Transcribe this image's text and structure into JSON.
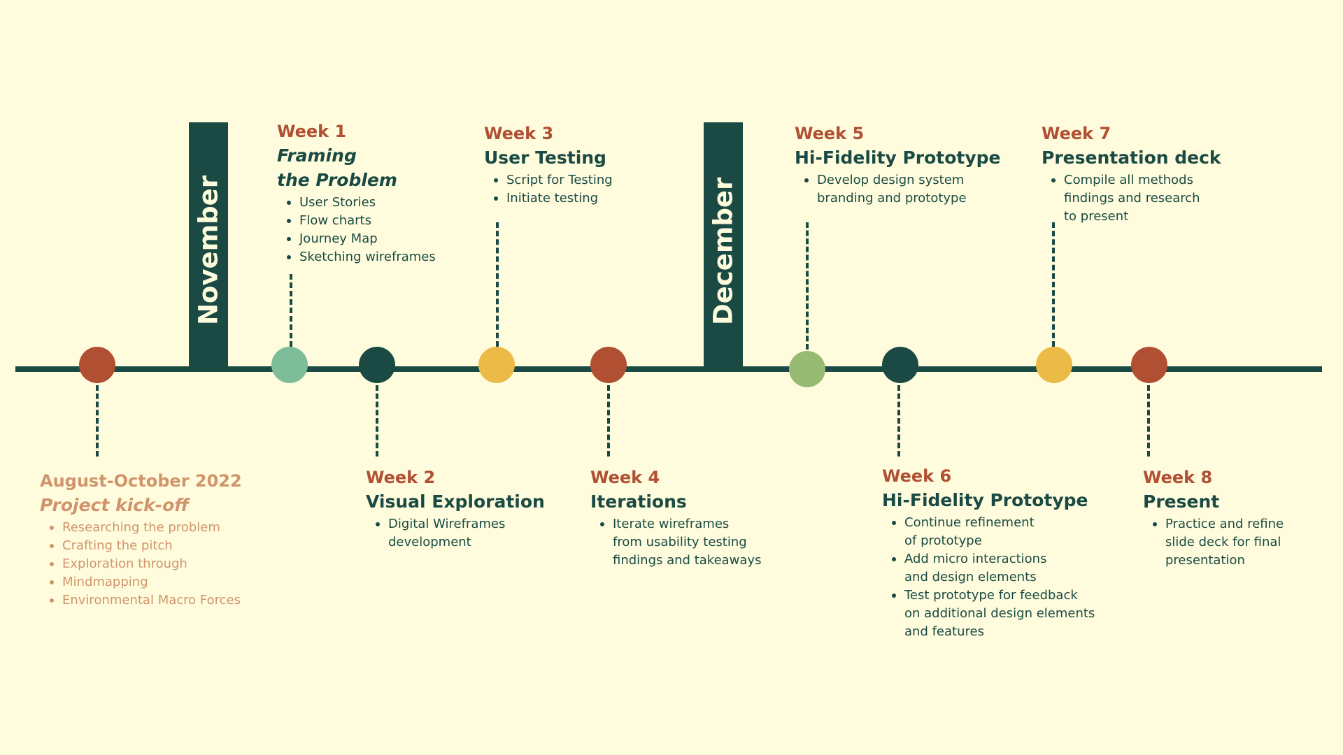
{
  "colors": {
    "background": "#fefcdd",
    "dark_green": "#1a4a43",
    "rust": "#b14f33",
    "mint": "#7dbd9a",
    "mustard": "#ecbb47",
    "sage": "#98bb73",
    "faded_peach": "#d0946c"
  },
  "months": {
    "november": "November",
    "december": "December"
  },
  "milestones": {
    "kickoff": {
      "week": "August-October 2022",
      "title": "Project kick-off",
      "items": [
        "Researching the problem",
        "Crafting the pitch",
        "Exploration through",
        "Mindmapping",
        "Environmental Macro Forces"
      ]
    },
    "week1": {
      "week": "Week 1",
      "title_line1": "Framing",
      "title_line2": "the Problem",
      "items": [
        "User Stories",
        "Flow charts",
        "Journey Map",
        "Sketching wireframes"
      ]
    },
    "week2": {
      "week": "Week 2",
      "title": "Visual Exploration",
      "items": [
        "Digital Wireframes\ndevelopment"
      ]
    },
    "week3": {
      "week": "Week 3",
      "title": "User Testing",
      "items": [
        "Script for Testing",
        "Initiate testing"
      ]
    },
    "week4": {
      "week": "Week 4",
      "title": "Iterations",
      "items": [
        "Iterate wireframes\nfrom usability testing\nfindings and takeaways"
      ]
    },
    "week5": {
      "week": "Week 5",
      "title": "Hi-Fidelity Prototype",
      "items": [
        "Develop design system\nbranding and prototype"
      ]
    },
    "week6": {
      "week": "Week 6",
      "title": "Hi-Fidelity Prototype",
      "items": [
        "Continue refinement\nof prototype",
        "Add micro interactions\nand design elements",
        "Test prototype for feedback\non additional design elements\nand features"
      ]
    },
    "week7": {
      "week": "Week 7",
      "title": "Presentation deck",
      "items": [
        "Compile all methods\nfindings and research\n to present"
      ]
    },
    "week8": {
      "week": "Week 8",
      "title": "Present",
      "items": [
        "Practice and refine\nslide deck for final\n presentation"
      ]
    }
  }
}
